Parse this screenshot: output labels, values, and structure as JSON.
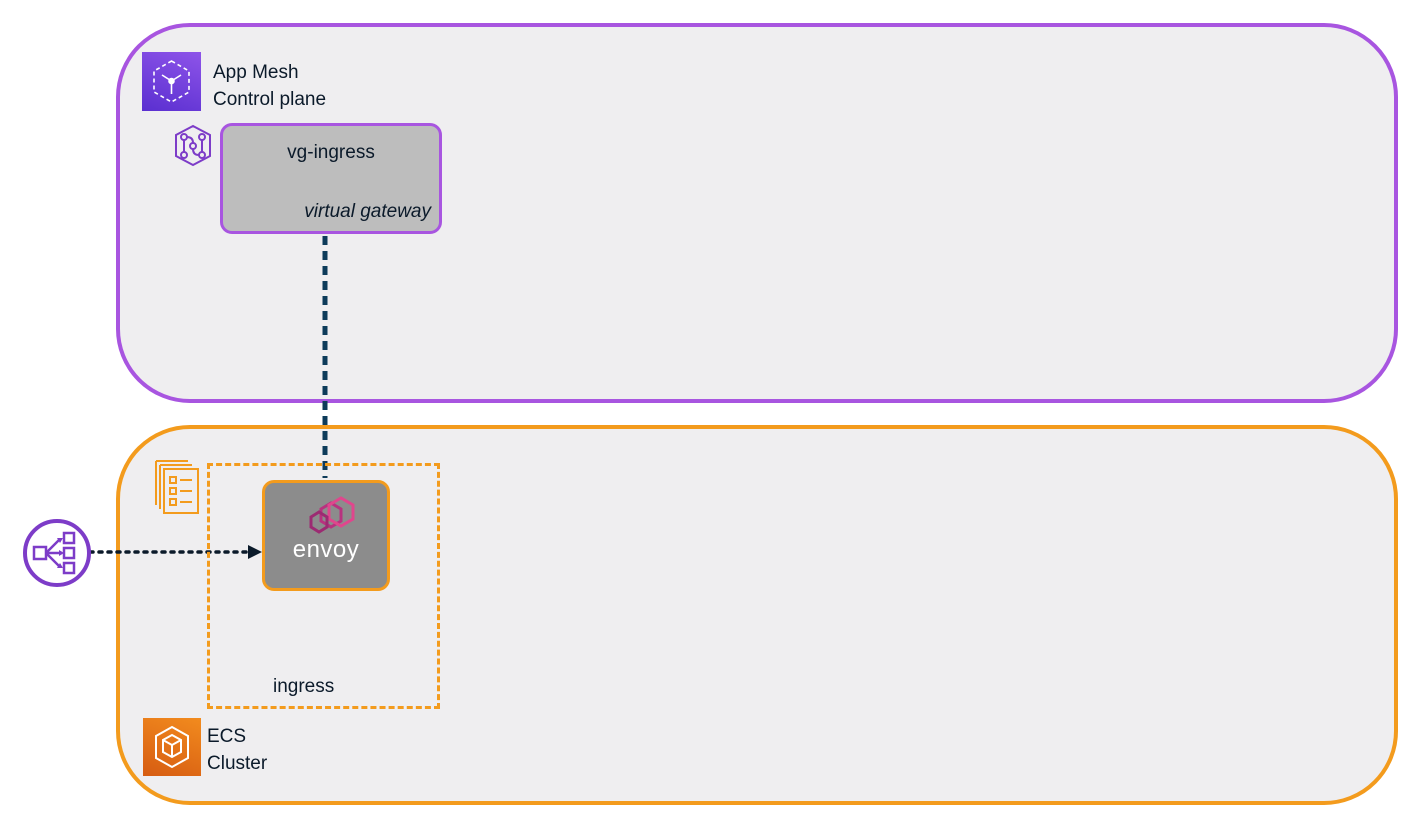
{
  "control_plane": {
    "title_line1": "App Mesh",
    "title_line2": "Control plane",
    "icon": "app-mesh-icon",
    "color": "#a855e0"
  },
  "virtual_gateway": {
    "name": "vg-ingress",
    "type_label": "virtual gateway",
    "icon": "virtual-gateway-icon"
  },
  "ecs_cluster": {
    "title_line1": "ECS",
    "title_line2": "Cluster",
    "icon": "ecs-icon",
    "color": "#f39b1d"
  },
  "task": {
    "name": "ingress",
    "icon": "task-definition-icon"
  },
  "envoy": {
    "label": "envoy",
    "icon": "envoy-logo-icon"
  },
  "load_balancer": {
    "icon": "network-load-balancer-icon"
  },
  "colors": {
    "connector": "#0d3b5a",
    "purple": "#7d3cc8",
    "orange": "#f39b1d"
  }
}
